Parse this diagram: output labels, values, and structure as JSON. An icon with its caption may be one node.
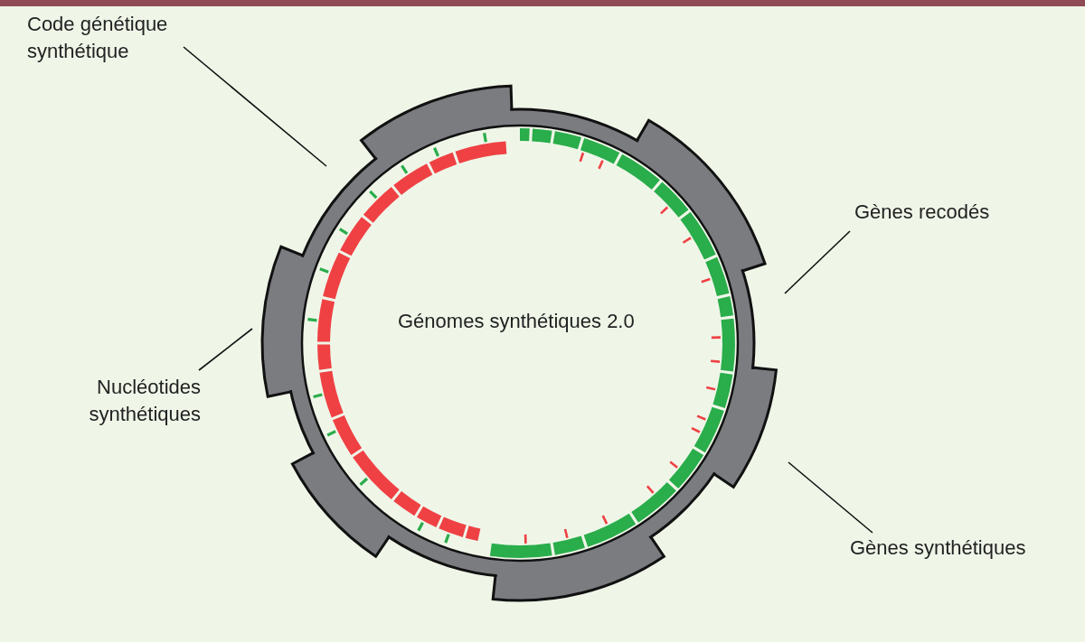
{
  "diagram": {
    "nodes": [
      {
        "text": [
          "Code génétique synthétique"
        ]
      },
      {
        "text": [
          "Gènes recodés"
        ]
      },
      {
        "text": [
          "Nucléotides synthétiques"
        ]
      },
      {
        "text": [
          "Gènes synthétiques"
        ]
      }
    ],
    "edges": [
      {
        "from": 0,
        "to": null,
        "arrow": "none"
      },
      {
        "from": 1,
        "to": null,
        "arrow": "none"
      },
      {
        "from": 2,
        "to": null,
        "arrow": "none"
      },
      {
        "from": 3,
        "to": null,
        "arrow": "none"
      }
    ],
    "labels": [
      "Génomes synthétiques 2.0"
    ]
  }
}
